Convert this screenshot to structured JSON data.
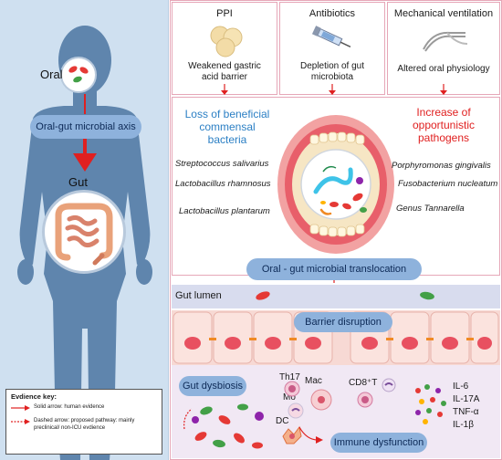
{
  "left_panel": {
    "oral_label": "Oral",
    "axis_label": "Oral-gut microbial axis",
    "gut_label": "Gut"
  },
  "evidence_key": {
    "title": "Evdience key:",
    "solid_label": "Solid arrow: human evidence",
    "dashed_label": "Dashed arrow: proposed pathway: mainly preclinical/ non-ICU evdience"
  },
  "factors": [
    {
      "title": "PPI",
      "effect": "Weakened gastric acid barrier"
    },
    {
      "title": "Antibiotics",
      "effect": "Depletion of gut microbiota"
    },
    {
      "title": "Mechanical ventilation",
      "effect": "Altered oral physiology"
    }
  ],
  "mouth_section": {
    "loss_title": "Loss of beneficial commensal bacteria",
    "increase_title": "Increase of opportunistic pathogens",
    "commensals": [
      "Streptococcus salivarius",
      "Lactobacillus rhamnosus",
      "Lactobacillus plantarum"
    ],
    "pathogens": [
      "Porphyromonas gingivalis",
      "Fusobacterium nucleatum",
      "Genus Tannarella"
    ],
    "translocation": "Oral - gut microbial translocation"
  },
  "gut_section": {
    "lumen": "Gut lumen",
    "barrier": "Barrier disruption",
    "dysbiosis": "Gut dysbiosis",
    "immune": "Immune dysfunction",
    "cells": {
      "th17": "Th17",
      "mo": "Mo",
      "mac": "Mac",
      "cd8": "CD8⁺T",
      "dc": "DC"
    },
    "cytokines": [
      "IL-6",
      "IL-17A",
      "TNF-α",
      "IL-1β"
    ]
  },
  "colors": {
    "left_bg": "#cfe0f0",
    "body": "#5f85ad",
    "pill": "#8eb2dc",
    "loss_blue": "#2b7fc4",
    "red": "#e02020",
    "frame_pink": "#e6a7b8"
  }
}
